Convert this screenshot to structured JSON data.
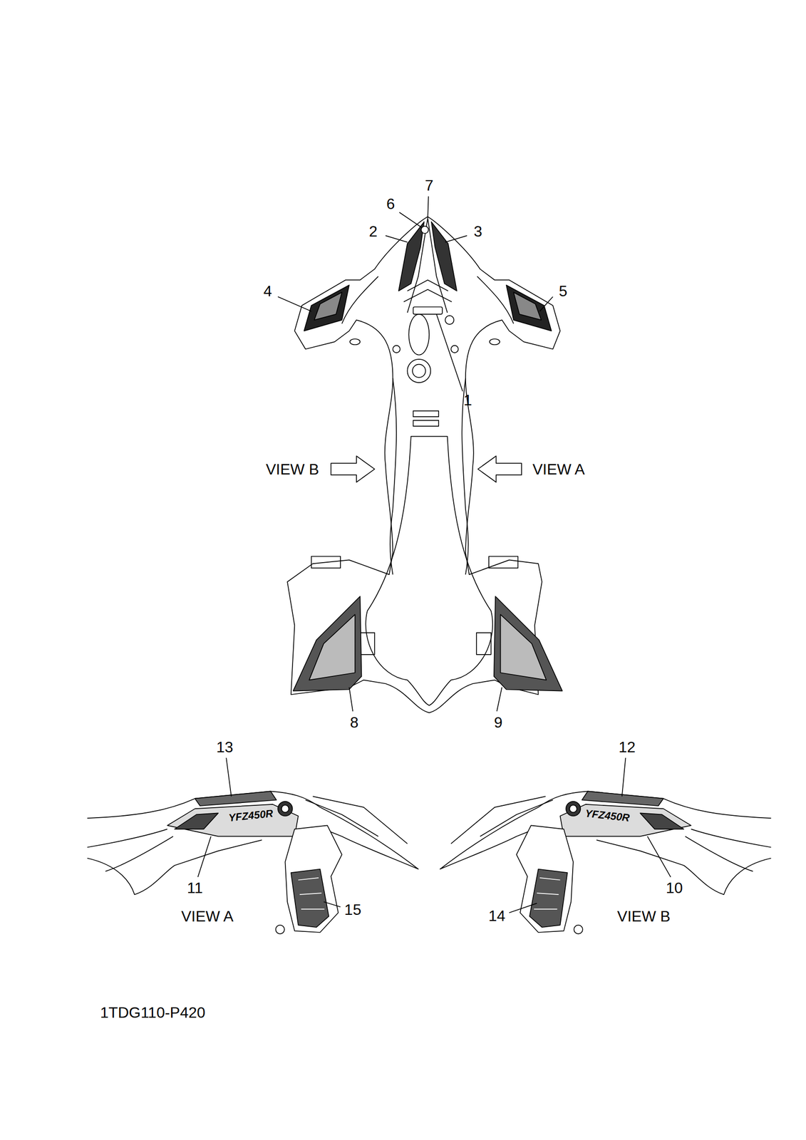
{
  "diagram": {
    "labels": [
      "7",
      "6",
      "2",
      "3",
      "4",
      "5",
      "1",
      "VIEW B",
      "VIEW A",
      "8",
      "9",
      "13",
      "12",
      "11",
      "10",
      "15",
      "14",
      "VIEW A",
      "VIEW B",
      "1TDG110-P420",
      "YFZ450R",
      "YFZ450R"
    ]
  }
}
